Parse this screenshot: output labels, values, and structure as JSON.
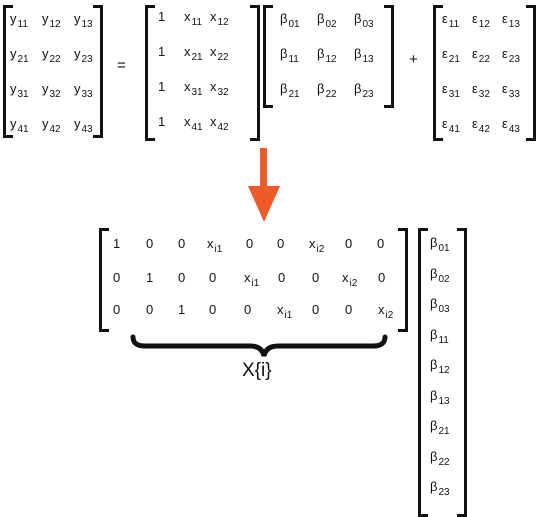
{
  "Y": [
    [
      [
        "y",
        "11"
      ],
      [
        "y",
        "12"
      ],
      [
        "y",
        "13"
      ]
    ],
    [
      [
        "y",
        "21"
      ],
      [
        "y",
        "22"
      ],
      [
        "y",
        "23"
      ]
    ],
    [
      [
        "y",
        "31"
      ],
      [
        "y",
        "32"
      ],
      [
        "y",
        "33"
      ]
    ],
    [
      [
        "y",
        "41"
      ],
      [
        "y",
        "42"
      ],
      [
        "y",
        "43"
      ]
    ]
  ],
  "equals": "=",
  "X": [
    [
      [
        "1",
        ""
      ],
      [
        "x",
        "11"
      ],
      [
        "x",
        "12"
      ]
    ],
    [
      [
        "1",
        ""
      ],
      [
        "x",
        "21"
      ],
      [
        "x",
        "22"
      ]
    ],
    [
      [
        "1",
        ""
      ],
      [
        "x",
        "31"
      ],
      [
        "x",
        "32"
      ]
    ],
    [
      [
        "1",
        ""
      ],
      [
        "x",
        "41"
      ],
      [
        "x",
        "42"
      ]
    ]
  ],
  "B": [
    [
      [
        "β",
        "01"
      ],
      [
        "β",
        "02"
      ],
      [
        "β",
        "03"
      ]
    ],
    [
      [
        "β",
        "11"
      ],
      [
        "β",
        "12"
      ],
      [
        "β",
        "13"
      ]
    ],
    [
      [
        "β",
        "21"
      ],
      [
        "β",
        "22"
      ],
      [
        "β",
        "23"
      ]
    ]
  ],
  "plus": "+",
  "E": [
    [
      [
        "ε",
        "11"
      ],
      [
        "ε",
        "12"
      ],
      [
        "ε",
        "13"
      ]
    ],
    [
      [
        "ε",
        "21"
      ],
      [
        "ε",
        "22"
      ],
      [
        "ε",
        "23"
      ]
    ],
    [
      [
        "ε",
        "31"
      ],
      [
        "ε",
        "32"
      ],
      [
        "ε",
        "33"
      ]
    ],
    [
      [
        "ε",
        "41"
      ],
      [
        "ε",
        "42"
      ],
      [
        "ε",
        "43"
      ]
    ]
  ],
  "Xi": [
    [
      [
        "1",
        ""
      ],
      [
        "0",
        ""
      ],
      [
        "0",
        ""
      ],
      [
        "x",
        "i1"
      ],
      [
        "0",
        ""
      ],
      [
        "0",
        ""
      ],
      [
        "x",
        "i2"
      ],
      [
        "0",
        ""
      ],
      [
        "0",
        ""
      ]
    ],
    [
      [
        "0",
        ""
      ],
      [
        "1",
        ""
      ],
      [
        "0",
        ""
      ],
      [
        "0",
        ""
      ],
      [
        "x",
        "i1"
      ],
      [
        "0",
        ""
      ],
      [
        "0",
        ""
      ],
      [
        "x",
        "i2"
      ],
      [
        "0",
        ""
      ]
    ],
    [
      [
        "0",
        ""
      ],
      [
        "0",
        ""
      ],
      [
        "1",
        ""
      ],
      [
        "0",
        ""
      ],
      [
        "0",
        ""
      ],
      [
        "x",
        "i1"
      ],
      [
        "0",
        ""
      ],
      [
        "0",
        ""
      ],
      [
        "x",
        "i2"
      ]
    ]
  ],
  "Xi_label": "X{i}",
  "beta_vec": [
    [
      "β",
      "01"
    ],
    [
      "β",
      "02"
    ],
    [
      "β",
      "03"
    ],
    [
      "β",
      "11"
    ],
    [
      "β",
      "12"
    ],
    [
      "β",
      "13"
    ],
    [
      "β",
      "21"
    ],
    [
      "β",
      "22"
    ],
    [
      "β",
      "23"
    ]
  ],
  "colors": {
    "arrow": "#ee5a2a",
    "ink": "#111111"
  }
}
